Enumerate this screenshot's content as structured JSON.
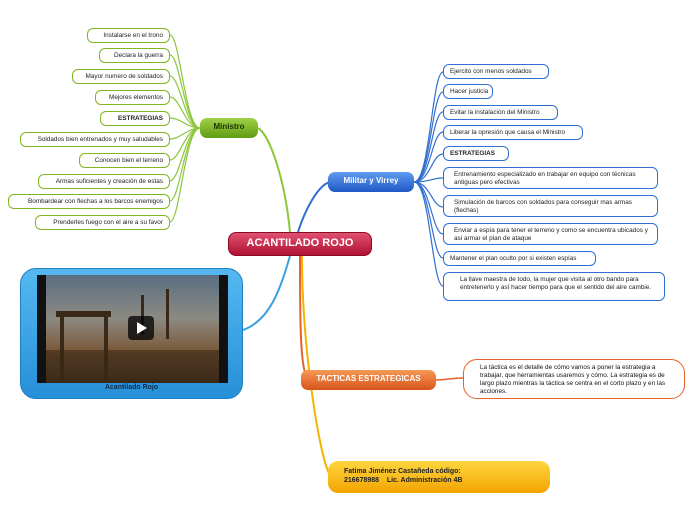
{
  "central": {
    "title": "ACANTILADO ROJO"
  },
  "ministro": {
    "title": "Ministro",
    "items": [
      "Instalarse en el trono",
      "Declara la guerra",
      "Mayor numero de soldados",
      "Mejores elementos",
      "ESTRATEGIAS",
      "Soldados bien entrenados y muy saludables",
      "Conocen bien el terreno",
      "Armas suficientes y creación de estas",
      "Bombardear con flechas a los barcos enemigos",
      "Prenderles fuego con el aire a su favor"
    ]
  },
  "militar": {
    "title": "Militar y Virrey",
    "items": [
      "Ejercito con menos soldados",
      "Hacer justicia",
      "Evitar la instalación del Ministro",
      "Liberar la opresión que causa el Ministro",
      "ESTRATEGIAS",
      "Entrenamiento especializado en trabajar en equipo con técnicas antiguas pero efectivas",
      "Simulación de barcos con soldados para conseguir mas armas (flechas)",
      "Enviar a espía para tener el terreno y como se encuentra ubicados y asi armar el plan de ataque",
      "Mantener el plan oculto por si existen espías",
      "La llave maestra de todo, la mujer que visita al otro bando para entretenerlo y así hacer tiempo para que el sentido del aire cambie."
    ]
  },
  "tacticas": {
    "title": "TACTICAS ESTRATEGICAS",
    "note": "La táctica es el detalle de cómo vamos a poner la estrategia a trabajar, que herramientas usaremos y cómo. La estrategia es de largo plazo mientras la táctica se centra en el corto plazo y en las acciones."
  },
  "author": {
    "text": "Fatima Jiménez Castañeda código:\n216678988    Lic. Administración 4B"
  },
  "video": {
    "caption": "Acantilado Rojo"
  },
  "colors": {
    "green": "#7fb623",
    "blue": "#2f6fd0",
    "orange": "#e8602a",
    "yellow": "#f2a400",
    "central": "#b01232"
  }
}
